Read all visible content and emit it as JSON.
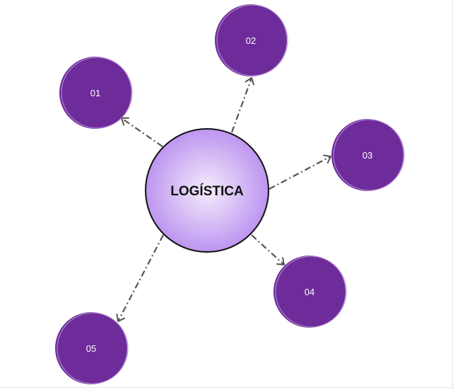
{
  "diagram": {
    "hub": {
      "label": "LOGÍSTICA"
    },
    "nodes": [
      {
        "label": "01"
      },
      {
        "label": "02"
      },
      {
        "label": "03"
      },
      {
        "label": "04"
      },
      {
        "label": "05"
      }
    ]
  },
  "colors": {
    "node_fill": "#6e2c9b",
    "node_outline": "#b48cd2",
    "hub_center": "#f4ecfc",
    "hub_edge": "#bd95f0",
    "hub_stroke": "#111111",
    "arrow": "#555555"
  }
}
